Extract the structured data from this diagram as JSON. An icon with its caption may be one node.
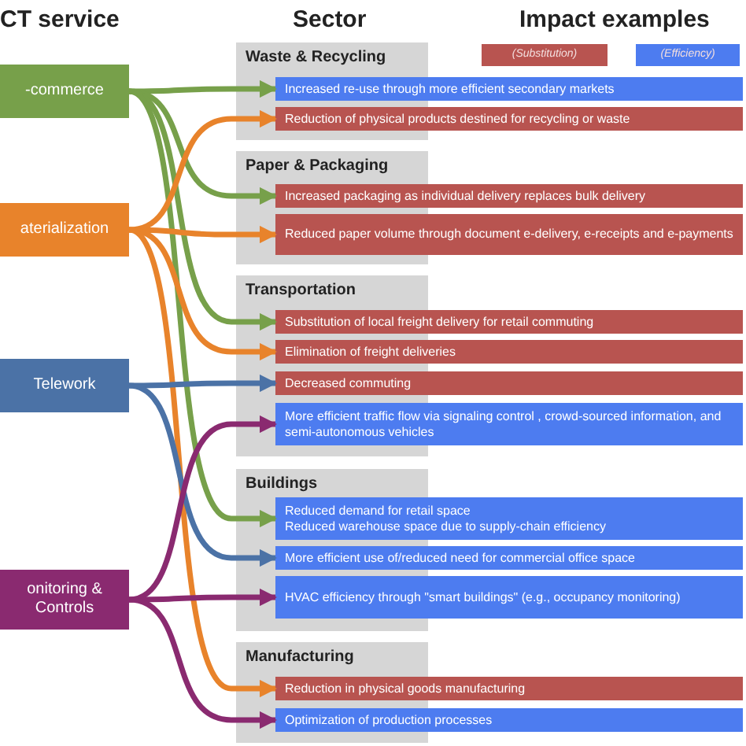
{
  "diagram": {
    "nodes": [
      {
        "text": [
          "-commerce"
        ]
      },
      {
        "text": [
          "aterialization"
        ]
      },
      {
        "text": [
          "Telework"
        ]
      },
      {
        "text": [
          "onitoring & Controls"
        ]
      },
      {
        "text": [
          "Waste & Recycling"
        ]
      },
      {
        "text": [
          "Increased re-use through more efficient secondary markets"
        ],
        "in": 4
      },
      {
        "text": [
          "Reduction of physical products destined for recycling or waste"
        ],
        "in": 4
      },
      {
        "text": [
          "Paper & Packaging"
        ]
      },
      {
        "text": [
          "Increased packaging as individual delivery replaces bulk delivery"
        ],
        "in": 7
      },
      {
        "text": [
          "Reduced paper volume through document e-delivery, e-receipts and e-payments"
        ],
        "in": 7
      },
      {
        "text": [
          "Transportation"
        ]
      },
      {
        "text": [
          "Substitution of local freight delivery for retail commuting"
        ],
        "in": 10
      },
      {
        "text": [
          "Elimination of freight deliveries"
        ],
        "in": 10
      },
      {
        "text": [
          "Decreased commuting"
        ],
        "in": 10
      },
      {
        "text": [
          "More efficient traffic flow via signaling control , crowd-sourced information, and semi-autonomous vehicles"
        ],
        "in": 10
      },
      {
        "text": [
          "Buildings"
        ]
      },
      {
        "text": [
          "Reduced demand for retail space",
          "Reduced warehouse space due to supply-chain efficiency"
        ],
        "in": 15
      },
      {
        "text": [
          "More efficient use of/reduced need for commercial office space"
        ],
        "in": 15
      },
      {
        "text": [
          "HVAC efficiency through \"smart buildings\" (e.g., occupancy monitoring)"
        ],
        "in": 15
      },
      {
        "text": [
          "Manufacturing"
        ]
      },
      {
        "text": [
          "Reduction in physical goods manufacturing"
        ],
        "in": 19
      },
      {
        "text": [
          "Optimization of production processes"
        ],
        "in": 19
      }
    ],
    "edges": [
      {
        "from": 0,
        "to": 5,
        "arrow": "to",
        "color": "#77a04a"
      },
      {
        "from": 0,
        "to": 8,
        "arrow": "to",
        "color": "#77a04a"
      },
      {
        "from": 0,
        "to": 11,
        "arrow": "to",
        "color": "#77a04a"
      },
      {
        "from": 0,
        "to": 16,
        "arrow": "to",
        "color": "#77a04a"
      },
      {
        "from": 1,
        "to": 6,
        "arrow": "to",
        "color": "#e8832b"
      },
      {
        "from": 1,
        "to": 9,
        "arrow": "to",
        "color": "#e8832b"
      },
      {
        "from": 1,
        "to": 12,
        "arrow": "to",
        "color": "#e8832b"
      },
      {
        "from": 1,
        "to": 20,
        "arrow": "to",
        "color": "#e8832b"
      },
      {
        "from": 2,
        "to": 13,
        "arrow": "to",
        "color": "#4b72a6"
      },
      {
        "from": 2,
        "to": 17,
        "arrow": "to",
        "color": "#4b72a6"
      },
      {
        "from": 3,
        "to": 14,
        "arrow": "to",
        "color": "#8a2a70"
      },
      {
        "from": 3,
        "to": 18,
        "arrow": "to",
        "color": "#8a2a70"
      },
      {
        "from": 3,
        "to": 21,
        "arrow": "to",
        "color": "#8a2a70"
      }
    ],
    "labels": [
      "CT service",
      "Sector",
      "Impact examples"
    ],
    "legend": [
      {
        "text": "(Substitution)",
        "color": "#b85450"
      },
      {
        "text": "(Efficiency)",
        "color": "#4d7cf0"
      }
    ]
  }
}
